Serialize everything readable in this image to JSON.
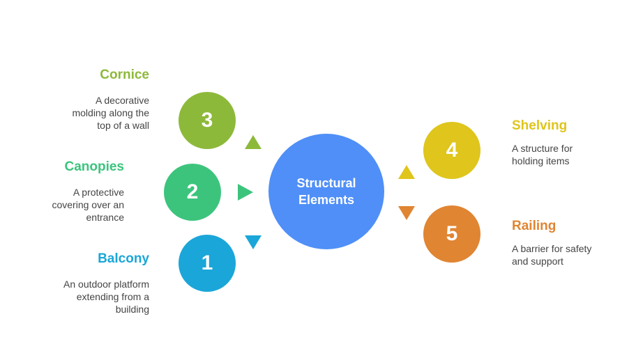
{
  "center": {
    "line1": "Structural",
    "line2": "Elements",
    "color": "#4f8ff7"
  },
  "items": [
    {
      "number": "1",
      "title": "Balcony",
      "description_lines": [
        "An outdoor platform",
        "extending from a",
        "building"
      ],
      "color": "#1aa6d8",
      "side": "left"
    },
    {
      "number": "2",
      "title": "Canopies",
      "description_lines": [
        "A protective",
        "covering over an",
        "entrance"
      ],
      "color": "#3cc47d",
      "side": "left"
    },
    {
      "number": "3",
      "title": "Cornice",
      "description_lines": [
        "A decorative",
        "molding along the",
        "top of a wall"
      ],
      "color": "#8db93a",
      "side": "left"
    },
    {
      "number": "4",
      "title": "Shelving",
      "description_lines": [
        "A structure for",
        "holding items"
      ],
      "color": "#dfc51c",
      "side": "right"
    },
    {
      "number": "5",
      "title": "Railing",
      "description_lines": [
        "A barrier for safety",
        "and support"
      ],
      "color": "#e08532",
      "side": "right"
    }
  ]
}
